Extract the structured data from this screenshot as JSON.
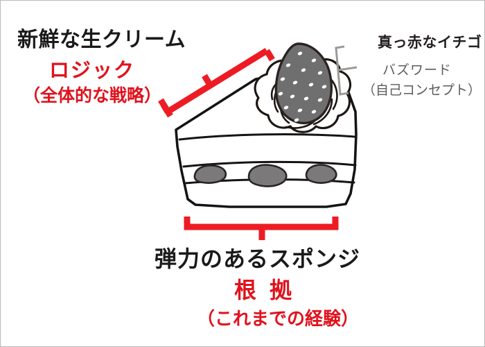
{
  "figure": {
    "title_alt": "cake-slice-annotated-diagram",
    "background_color": "#ffffff",
    "border_color": "#b9b9b9"
  },
  "colors": {
    "red_accent": "#e0121c",
    "black_ink": "#1a1a1a",
    "gray_label": "#5b5b5b",
    "gray_bracket": "#9a9a9a",
    "fill_gray": "#7a7a7a",
    "outline_dark": "#2b2321"
  },
  "annotations": {
    "cream": {
      "heading": "新鮮な生クリーム",
      "keyword": "ロジック",
      "subtitle": "（全体的な戦略）",
      "bracket": "red-diagonal-bracket"
    },
    "strawberry": {
      "heading": "真っ赤なイチゴ",
      "keyword": "バズワード",
      "subtitle": "（自己コンセプト）",
      "bracket": "gray-vertical-bracket"
    },
    "sponge": {
      "heading": "弾力のあるスポンジ",
      "keyword": "根 拠",
      "subtitle": "（これまでの経験）",
      "bracket": "red-horizontal-bracket"
    }
  },
  "illustration": {
    "name": "cake-slice",
    "parts": [
      "whipped-cream-rosette",
      "strawberry",
      "top-cream-layer",
      "sponge-layer-upper",
      "fruit-filling-layer",
      "sponge-layer-lower"
    ],
    "fruit_piece_count": 3,
    "strawberry_seed_count": 17
  }
}
